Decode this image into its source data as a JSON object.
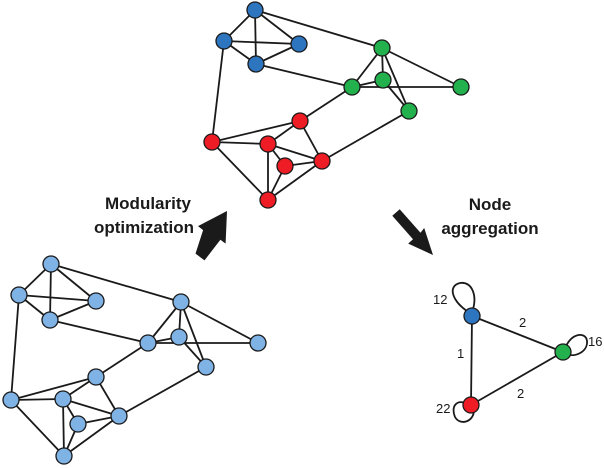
{
  "colors": {
    "community_blue": "#2E75C0",
    "community_green": "#22B14C",
    "community_red": "#EE1C24",
    "input_node": "#7FB2E5",
    "edge": "#1a1a1a"
  },
  "labels": {
    "step1_line1": "Modularity",
    "step1_line2": "optimization",
    "step2_line1": "Node",
    "step2_line2": "aggregation"
  },
  "aggregated": {
    "self_loops": {
      "blue": "12",
      "green": "16",
      "red": "22"
    },
    "edges": {
      "blue_green": "2",
      "blue_red": "1",
      "red_green": "2"
    }
  }
}
